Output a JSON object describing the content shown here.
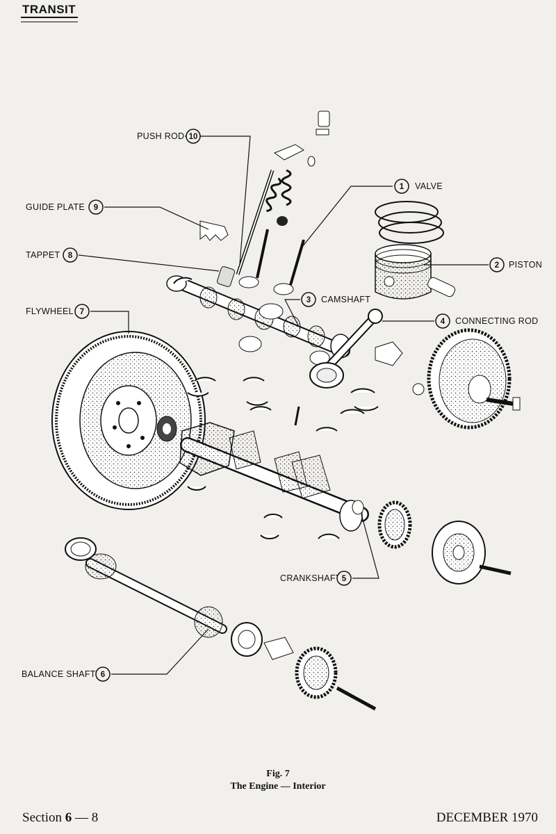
{
  "header": {
    "title": "TRANSIT"
  },
  "callouts": [
    {
      "num": "10",
      "label": "PUSH ROD"
    },
    {
      "num": "9",
      "label": "GUIDE PLATE"
    },
    {
      "num": "8",
      "label": "TAPPET"
    },
    {
      "num": "7",
      "label": "FLYWHEEL"
    },
    {
      "num": "1",
      "label": "VALVE"
    },
    {
      "num": "2",
      "label": "PISTON"
    },
    {
      "num": "3",
      "label": "CAMSHAFT"
    },
    {
      "num": "4",
      "label": "CONNECTING ROD"
    },
    {
      "num": "5",
      "label": "CRANKSHAFT"
    },
    {
      "num": "6",
      "label": "BALANCE SHAFT"
    }
  ],
  "caption": {
    "fig": "Fig. 7",
    "title": "The Engine — Interior"
  },
  "footer": {
    "section_prefix": "Section",
    "section_num": "6",
    "section_sep": "—",
    "page": "8",
    "date": "DECEMBER 1970"
  }
}
